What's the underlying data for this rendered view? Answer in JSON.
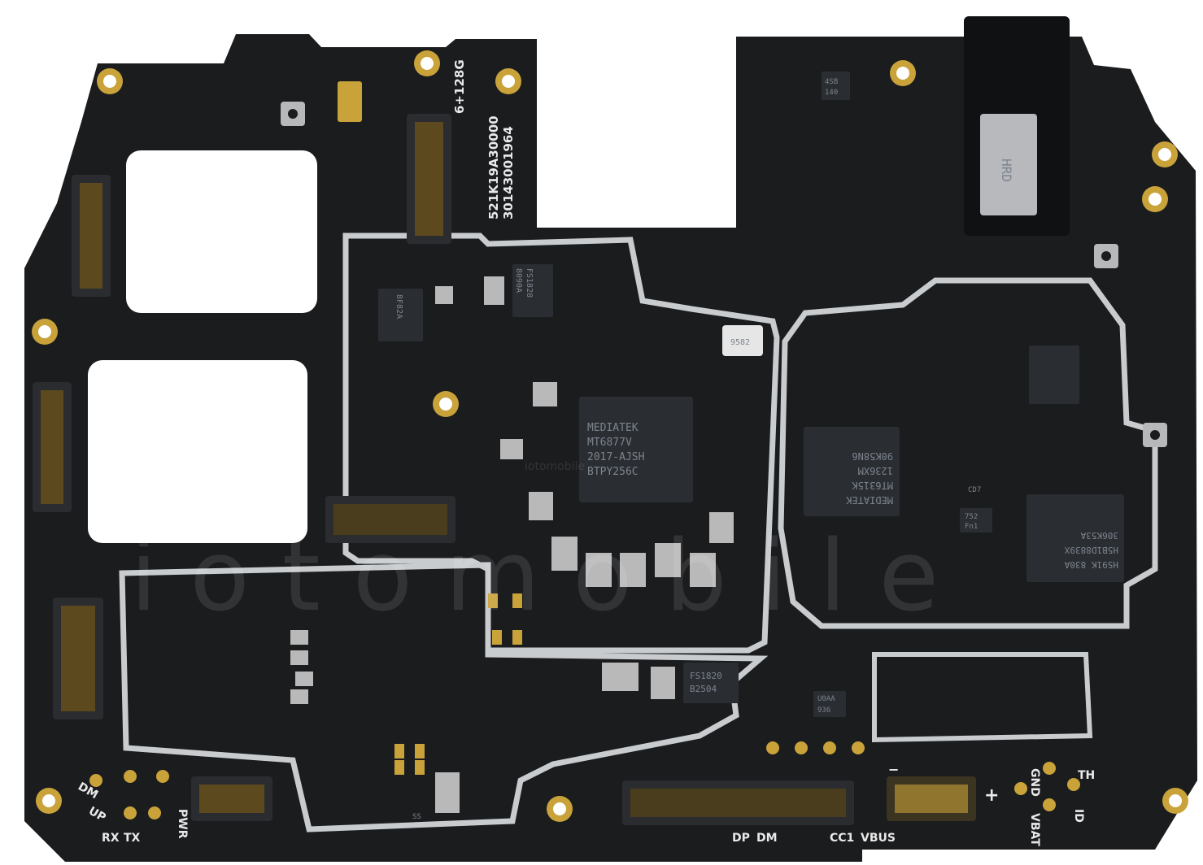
{
  "image": {
    "subject": "pcb-motherboard",
    "colors": {
      "board": "#1b1c1e",
      "shield": "#c9cccf",
      "gold": "#c9a23a",
      "chip": "#2a2d31"
    }
  },
  "silkscreen": {
    "ram_label": "6+128G",
    "serial_line_1": "521K19A30000",
    "serial_line_2": "30143001964",
    "jack_mark": "HRD",
    "pad_dm": "DM",
    "pad_up": "UP",
    "pad_rx": "RX",
    "pad_tx": "TX",
    "pad_pwr": "PWR",
    "pad_dp": "DP",
    "pad_dm_bottom": "DM",
    "pad_cc1": "CC1",
    "pad_vbus": "VBUS",
    "pad_gnd": "GND",
    "pad_vbat": "VBAT",
    "pad_th": "TH",
    "pad_id": "ID",
    "plus": "+",
    "minus": "−",
    "minus_top": "—"
  },
  "chips": {
    "soc_line_1": "MEDIATEK",
    "soc_line_2": "MT6877V",
    "soc_line_3": "2017-AJSH",
    "soc_line_4": "BTPY256C",
    "pmic_line_1": "MEDIATEK",
    "pmic_line_2": "MT6315K",
    "pmic_line_3": "1236XM",
    "pmic_line_4": "90K58N6",
    "flash_line_1": "HS91K 830A",
    "flash_line_2": "H5B1D8839X",
    "flash_line_3": "306K53A",
    "fs1820_line_1": "FS1820",
    "fs1820_line_2": "B2504",
    "fs1828_line_1": "FS1828",
    "fs1828_line_2": "8090A",
    "small_4sb": "4SB",
    "small_140": "140",
    "small_752": "752",
    "small_fn1": "Fn1",
    "small_9582": "9582",
    "small_9f8": "8F82A",
    "small_u0aa": "U0AA",
    "small_936": "936",
    "small_s5": "SS",
    "small_cd": "CD7"
  },
  "watermark": {
    "text": "iotomobile",
    "small": "iotomobile"
  }
}
